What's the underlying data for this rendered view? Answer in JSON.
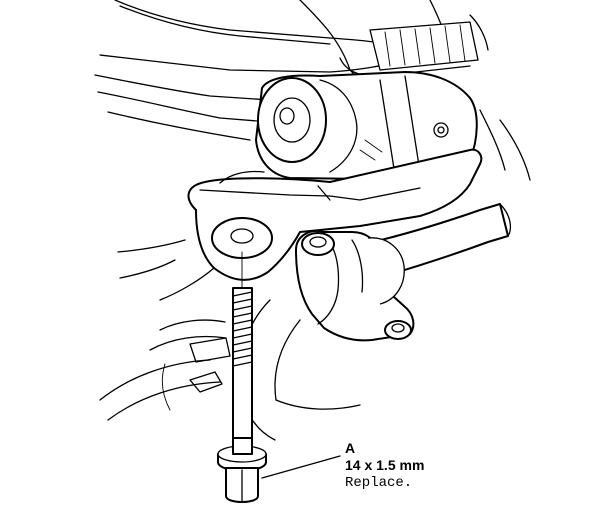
{
  "callout": {
    "letter": "A",
    "spec": "14 x 1.5 mm",
    "note": "Replace."
  },
  "parts": [
    {
      "id": "A",
      "icon": "flange-bolt-icon"
    },
    {
      "icon": "stabilizer-bar-icon"
    },
    {
      "icon": "stabilizer-bushing-holder-icon"
    },
    {
      "icon": "lower-arm-icon"
    },
    {
      "icon": "subframe-icon"
    }
  ]
}
